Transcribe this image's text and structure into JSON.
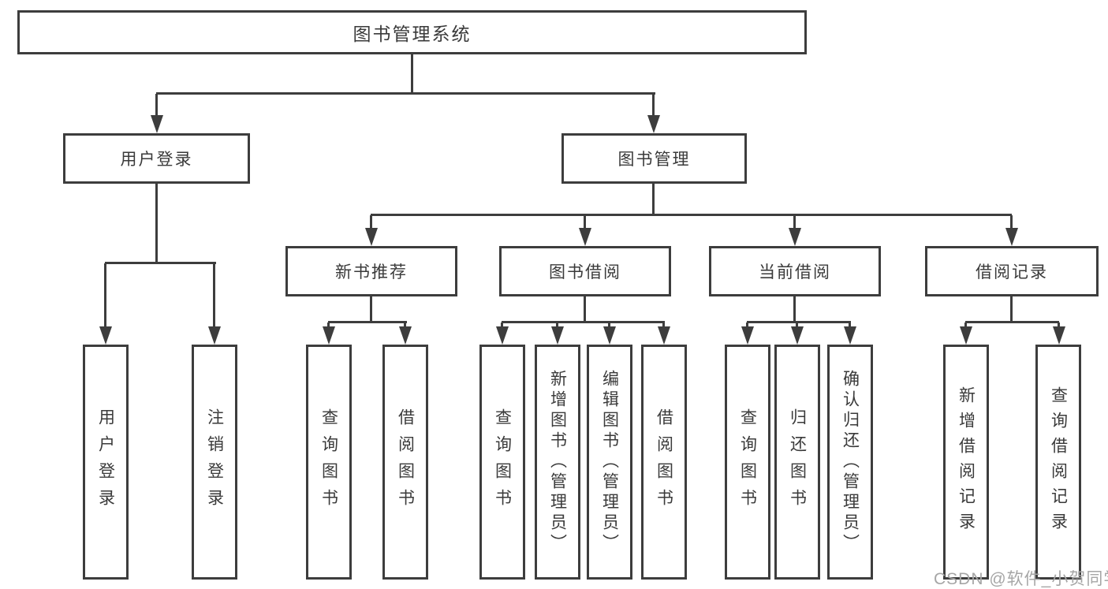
{
  "diagram_type": "functional-structure-tree",
  "tree": {
    "label": "图书管理系统",
    "children": [
      {
        "label": "用户登录",
        "children": [
          {
            "label": "用户登录"
          },
          {
            "label": "注销登录"
          }
        ]
      },
      {
        "label": "图书管理",
        "children": [
          {
            "label": "新书推荐",
            "children": [
              {
                "label": "查询图书"
              },
              {
                "label": "借阅图书"
              }
            ]
          },
          {
            "label": "图书借阅",
            "children": [
              {
                "label": "查询图书"
              },
              {
                "label": "新增图书（管理员）"
              },
              {
                "label": "编辑图书（管理员）"
              },
              {
                "label": "借阅图书"
              }
            ]
          },
          {
            "label": "当前借阅",
            "children": [
              {
                "label": "查询图书"
              },
              {
                "label": "归还图书"
              },
              {
                "label": "确认归还（管理员）"
              }
            ]
          },
          {
            "label": "借阅记录",
            "children": [
              {
                "label": "新增借阅记录"
              },
              {
                "label": "查询借阅记录"
              }
            ]
          }
        ]
      }
    ]
  },
  "watermark": {
    "text": "CSDN @软件_小贺同学"
  },
  "colors": {
    "line": "#3d3d3d",
    "text": "#3a3a3a",
    "watermark": "#a6a6a6",
    "bg": "#ffffff"
  }
}
